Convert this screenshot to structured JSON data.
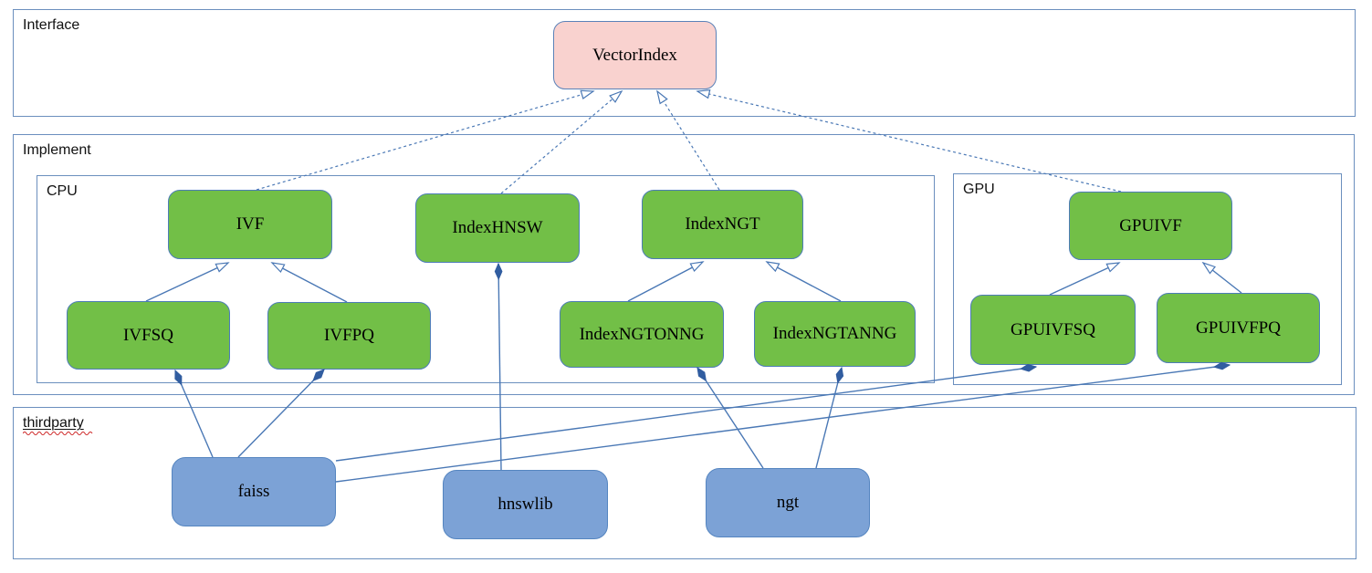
{
  "diagram": {
    "containers": {
      "interface": {
        "label": "Interface"
      },
      "implement": {
        "label": "Implement"
      },
      "cpu": {
        "label": "CPU"
      },
      "gpu": {
        "label": "GPU"
      },
      "thirdparty": {
        "label": "thirdparty"
      }
    },
    "nodes": {
      "vectorindex": {
        "label": "VectorIndex",
        "kind": "interface"
      },
      "ivf": {
        "label": "IVF",
        "kind": "implementation-cpu"
      },
      "indexhnsw": {
        "label": "IndexHNSW",
        "kind": "implementation-cpu"
      },
      "indexngt": {
        "label": "IndexNGT",
        "kind": "implementation-cpu"
      },
      "ivfsq": {
        "label": "IVFSQ",
        "kind": "implementation-cpu"
      },
      "ivfpq": {
        "label": "IVFPQ",
        "kind": "implementation-cpu"
      },
      "indexngtonng": {
        "label": "IndexNGTONNG",
        "kind": "implementation-cpu"
      },
      "indexngtanng": {
        "label": "IndexNGTANNG",
        "kind": "implementation-cpu"
      },
      "gpuivf": {
        "label": "GPUIVF",
        "kind": "implementation-gpu"
      },
      "gpuivfsq": {
        "label": "GPUIVFSQ",
        "kind": "implementation-gpu"
      },
      "gpuivfpq": {
        "label": "GPUIVFPQ",
        "kind": "implementation-gpu"
      },
      "faiss": {
        "label": "faiss",
        "kind": "thirdparty"
      },
      "hnswlib": {
        "label": "hnswlib",
        "kind": "thirdparty"
      },
      "ngt": {
        "label": "ngt",
        "kind": "thirdparty"
      }
    },
    "edges": [
      {
        "from": "ivf",
        "to": "vectorindex",
        "type": "realization-dashed-open-arrow"
      },
      {
        "from": "indexhnsw",
        "to": "vectorindex",
        "type": "realization-dashed-open-arrow"
      },
      {
        "from": "indexngt",
        "to": "vectorindex",
        "type": "realization-dashed-open-arrow"
      },
      {
        "from": "gpuivf",
        "to": "vectorindex",
        "type": "realization-dashed-open-arrow"
      },
      {
        "from": "ivfsq",
        "to": "ivf",
        "type": "generalization-open-arrow"
      },
      {
        "from": "ivfpq",
        "to": "ivf",
        "type": "generalization-open-arrow"
      },
      {
        "from": "indexngtonng",
        "to": "indexngt",
        "type": "generalization-open-arrow"
      },
      {
        "from": "indexngtanng",
        "to": "indexngt",
        "type": "generalization-open-arrow"
      },
      {
        "from": "gpuivfsq",
        "to": "gpuivf",
        "type": "generalization-open-arrow"
      },
      {
        "from": "gpuivfpq",
        "to": "gpuivf",
        "type": "generalization-open-arrow"
      },
      {
        "from": "faiss",
        "to": "ivfsq",
        "type": "composition-filled-diamond"
      },
      {
        "from": "faiss",
        "to": "ivfpq",
        "type": "composition-filled-diamond"
      },
      {
        "from": "faiss",
        "to": "gpuivfsq",
        "type": "composition-filled-diamond"
      },
      {
        "from": "faiss",
        "to": "gpuivfpq",
        "type": "composition-filled-diamond"
      },
      {
        "from": "hnswlib",
        "to": "indexhnsw",
        "type": "composition-filled-diamond"
      },
      {
        "from": "ngt",
        "to": "indexngtonng",
        "type": "composition-filled-diamond"
      },
      {
        "from": "ngt",
        "to": "indexngtanng",
        "type": "composition-filled-diamond"
      }
    ],
    "colors": {
      "interface_node_fill": "#f9d2cf",
      "implementation_node_fill": "#72bf47",
      "thirdparty_node_fill": "#7ca2d6",
      "node_border": "#4d7cb8",
      "container_border": "#6b8fbe",
      "connector": "#4a78b5",
      "diamond_fill": "#315da0",
      "spellcheck_squiggle": "#d03030",
      "text": "#000000"
    }
  }
}
